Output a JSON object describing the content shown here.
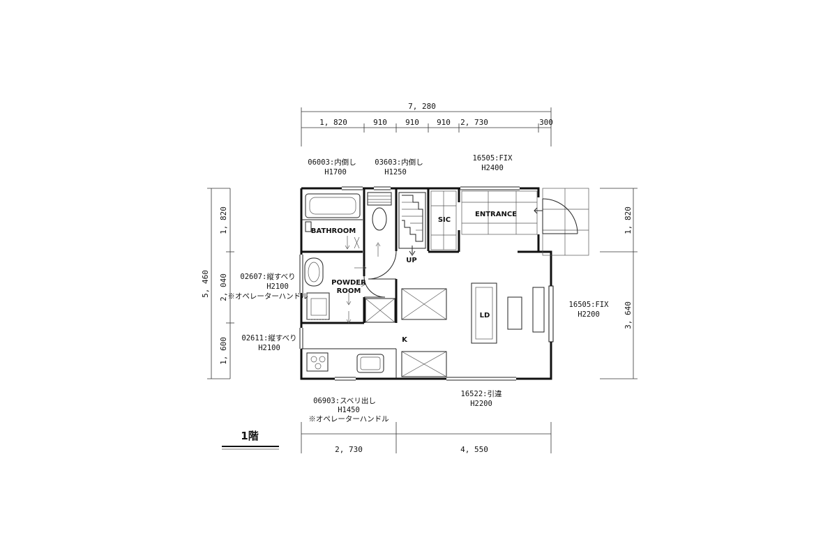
{
  "floor_label": "1階",
  "dimensions": {
    "top_total": "7, 280",
    "top_segments": [
      "1, 820",
      "910",
      "910",
      "910",
      "2, 730",
      "300"
    ],
    "bottom_segments": [
      "2, 730",
      "4, 550"
    ],
    "left_total": "5, 460",
    "left_segments": [
      "1, 820",
      "2, 040",
      "1, 600"
    ],
    "right_segments": [
      "1, 820",
      "3, 640"
    ]
  },
  "rooms": {
    "bathroom": "BATHROOM",
    "powder_room_line1": "POWDER",
    "powder_room_line2": "ROOM",
    "sic": "SIC",
    "entrance": "ENTRANCE",
    "up": "UP",
    "ld": "LD",
    "kitchen": "K"
  },
  "windows": {
    "w1": {
      "line1": "06003:内倒し",
      "line2": "H1700"
    },
    "w2": {
      "line1": "03603:内倒し",
      "line2": "H1250"
    },
    "w3": {
      "line1": "16505:FIX",
      "line2": "H2400"
    },
    "w4": {
      "line1": "02607:縦すべり",
      "line2": "H2100",
      "line3": "※オペレーターハンドル"
    },
    "w5": {
      "line1": "02611:縦すべり",
      "line2": "H2100"
    },
    "w6": {
      "line1": "16505:FIX",
      "line2": "H2200"
    },
    "w7": {
      "line1": "06903:スベリ出し",
      "line2": "H1450",
      "line3": "※オペレーターハンドル"
    },
    "w8": {
      "line1": "16522:引違",
      "line2": "H2200"
    }
  }
}
